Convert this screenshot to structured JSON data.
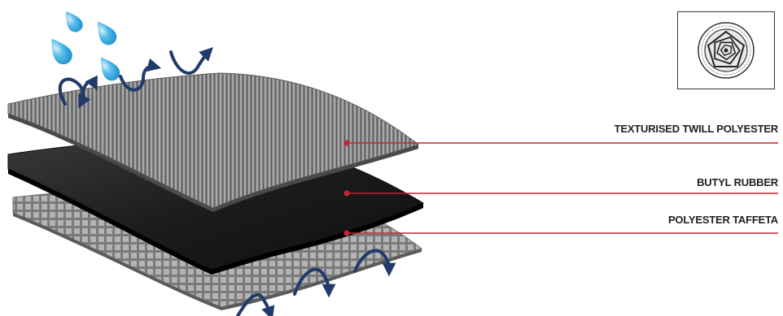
{
  "layers": [
    {
      "id": "top",
      "label": "TEXTURISED TWILL POLYESTER"
    },
    {
      "id": "middle",
      "label": "BUTYL RUBBER"
    },
    {
      "id": "bottom",
      "label": "POLYESTER TAFFETA"
    }
  ],
  "colors": {
    "leader_line": "#c1272d",
    "arrow": "#1f3a6b",
    "water_drop": "#3aa8e0",
    "rubber": "#1e1e1e",
    "twill": "#8a8a8a",
    "taffeta": "#9a9a9a"
  },
  "icons": {
    "water_drops": "water-drop-icon",
    "vapour_arrows": "curved-arrow-icon",
    "logo": "spiral-seal-logo"
  }
}
